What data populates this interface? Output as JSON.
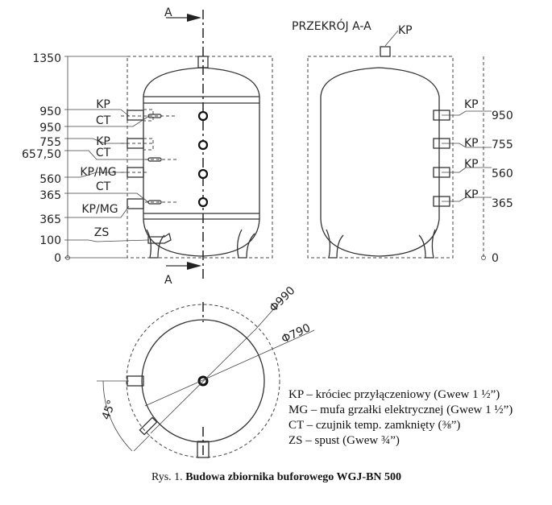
{
  "section_label": "A",
  "section_title": "PRZEKRÓJ A-A",
  "left_view": {
    "heights": [
      "1350",
      "950",
      "950",
      "755",
      "657,50",
      "560",
      "365",
      "365",
      "100",
      "0"
    ],
    "connection_labels": [
      "KP",
      "CT",
      "KP",
      "CT",
      "KP/MG",
      "CT",
      "KP/MG",
      "ZS"
    ]
  },
  "right_view": {
    "top_label": "KP",
    "connection_labels": [
      "KP",
      "KP",
      "KP",
      "KP"
    ],
    "heights": [
      "950",
      "755",
      "560",
      "365",
      "0"
    ]
  },
  "plan_view": {
    "outer_diameter": "Φ990",
    "inner_diameter": "Φ790",
    "angle": "45°"
  },
  "legend": [
    "KP – króciec przyłączeniowy (Gwew 1 ½”)",
    "MG – mufa grzałki elektrycznej (Gwew 1 ½”)",
    "CT – czujnik temp. zamknięty (⅜”)",
    "ZS – spust (Gwew ¾”)"
  ],
  "caption": {
    "prefix": "Rys. 1.",
    "title": "Budowa zbiornika buforowego WGJ-BN 500"
  }
}
